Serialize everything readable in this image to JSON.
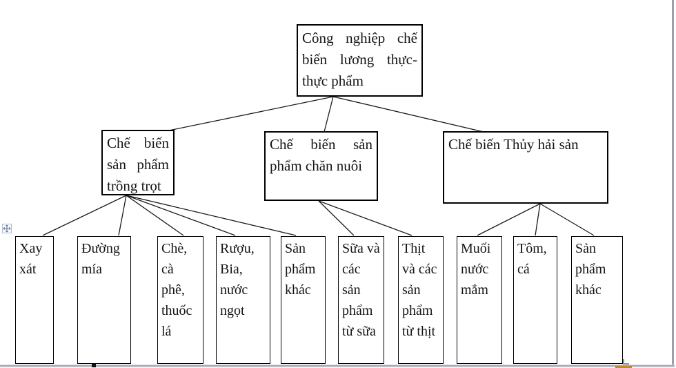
{
  "diagram": {
    "title": "Công nghiệp chế biến lương thực- thực phẩm",
    "root": {
      "label": "Công nghiệp chế biến lương thực- thực phẩm"
    },
    "level2": [
      {
        "label": "Chế biến sản phẩm trồng trọt"
      },
      {
        "label": "Chế biến sản phẩm chăn nuôi"
      },
      {
        "label": "Chế biến Thủy hải sản"
      }
    ],
    "level3": [
      {
        "label": "Xay xát",
        "parent": "Chế biến sản phẩm trồng trọt"
      },
      {
        "label": "Đường mía",
        "parent": "Chế biến sản phẩm trồng trọt"
      },
      {
        "label": "Chè, cà phê, thuốc lá",
        "parent": "Chế biến sản phẩm trồng trọt"
      },
      {
        "label": "Rượu, Bia, nước ngọt",
        "parent": "Chế biến sản phẩm trồng trọt"
      },
      {
        "label": "Sản phẩm khác",
        "parent": "Chế biến sản phẩm trồng trọt"
      },
      {
        "label": "Sữa và các sản phẩm từ sữa",
        "parent": "Chế biến sản phẩm chăn nuôi"
      },
      {
        "label": "Thịt và các sản phẩm từ thịt",
        "parent": "Chế biến sản phẩm chăn nuôi"
      },
      {
        "label": "Muối nước mắm",
        "parent": "Chế biến Thủy hải sản"
      },
      {
        "label": "Tôm, cá",
        "parent": "Chế biến Thủy hải sản"
      },
      {
        "label": "Sản phẩm khác",
        "parent": "Chế biến Thủy hải sản"
      }
    ]
  },
  "icons": {
    "move_handle": "move-object-four-way-arrow-icon",
    "canvas_bottom_handle": "canvas-resize-handle",
    "canvas_corner_handle": "canvas-corner-bracket-handle"
  },
  "colors": {
    "box_border": "#000000",
    "connector_line": "#1a1a1a",
    "page_edge": "#9da0a8",
    "move_handle_arrow": "#5d6e9b",
    "orange_marker": "#c1892c"
  }
}
